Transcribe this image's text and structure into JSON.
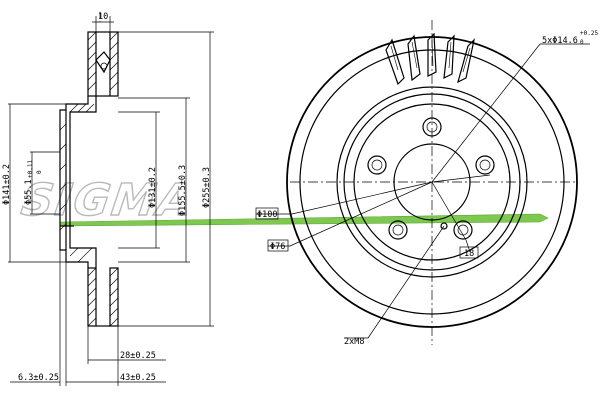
{
  "watermark": {
    "brand_text": "SIGMA",
    "stroke_color": "#b9b9b9",
    "accent_color": "#7ec850"
  },
  "side_view": {
    "thickness_top": "10",
    "dia_141": "Φ141±0.2",
    "dia_55": "Φ55.1",
    "dia_55_tol": "+0.11",
    "dia_55_tol2": "0",
    "dia_131": "Φ131±0.2",
    "dia_155": "Φ155.5±0.3",
    "dia_255": "Φ255±0.3",
    "dim_28": "28±0.25",
    "dim_6_3": "6.3±0.25",
    "dim_43": "43±0.25"
  },
  "front_view": {
    "bolt_holes": "5xΦ14.6",
    "bolt_tol_upper": "+0.25",
    "bolt_tol_lower": "0",
    "pcd_100": "Φ100",
    "center_76": "Φ76",
    "small_18": "18",
    "threads": "2xM8"
  }
}
